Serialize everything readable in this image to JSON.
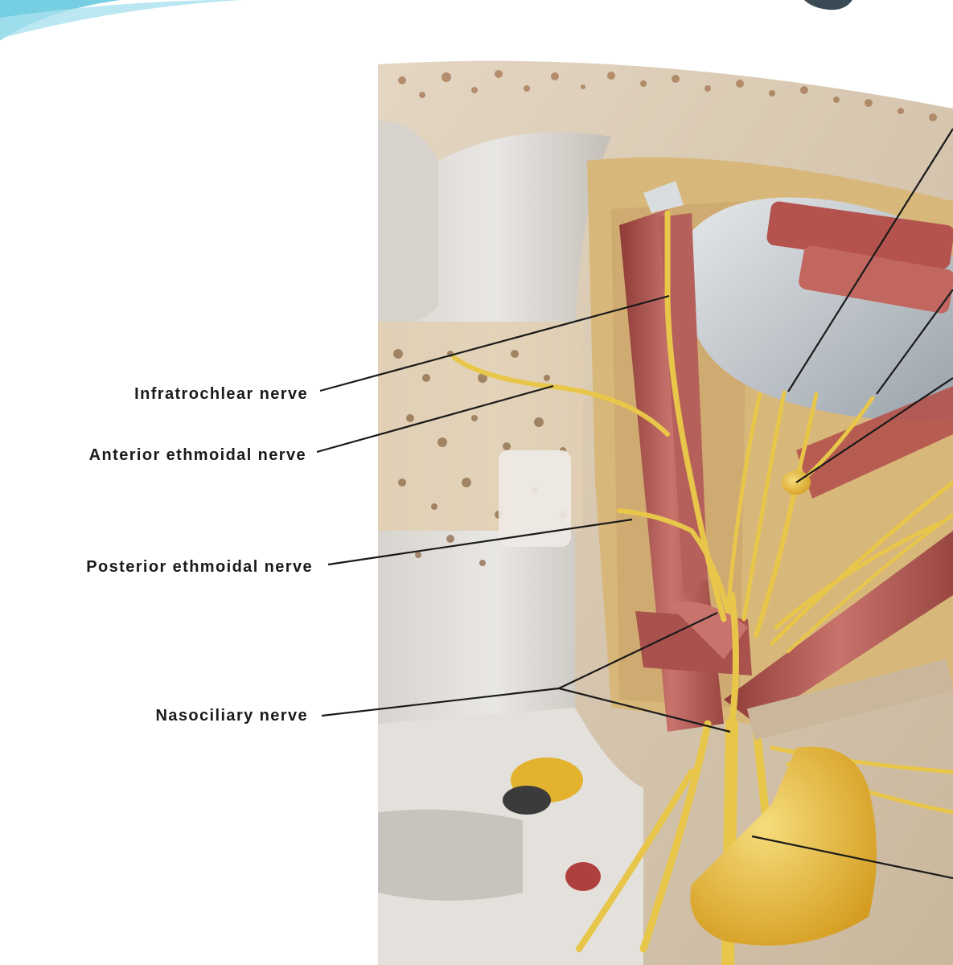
{
  "labels": {
    "infratrochlear": "Infratrochlear nerve",
    "anterior_ethmoidal": "Anterior ethmoidal nerve",
    "posterior_ethmoidal": "Posterior ethmoidal nerve",
    "nasociliary": "Nasociliary nerve"
  },
  "colors": {
    "background": "#ffffff",
    "accent_cyan": "#5ec6de",
    "bone": "#d9c9b4",
    "orbit_wall": "#c9c1b6",
    "muscle": "#b25a55",
    "nerve": "#e8c64a",
    "ganglion": "#e3b22e",
    "leader_line": "#1a1a1a"
  }
}
